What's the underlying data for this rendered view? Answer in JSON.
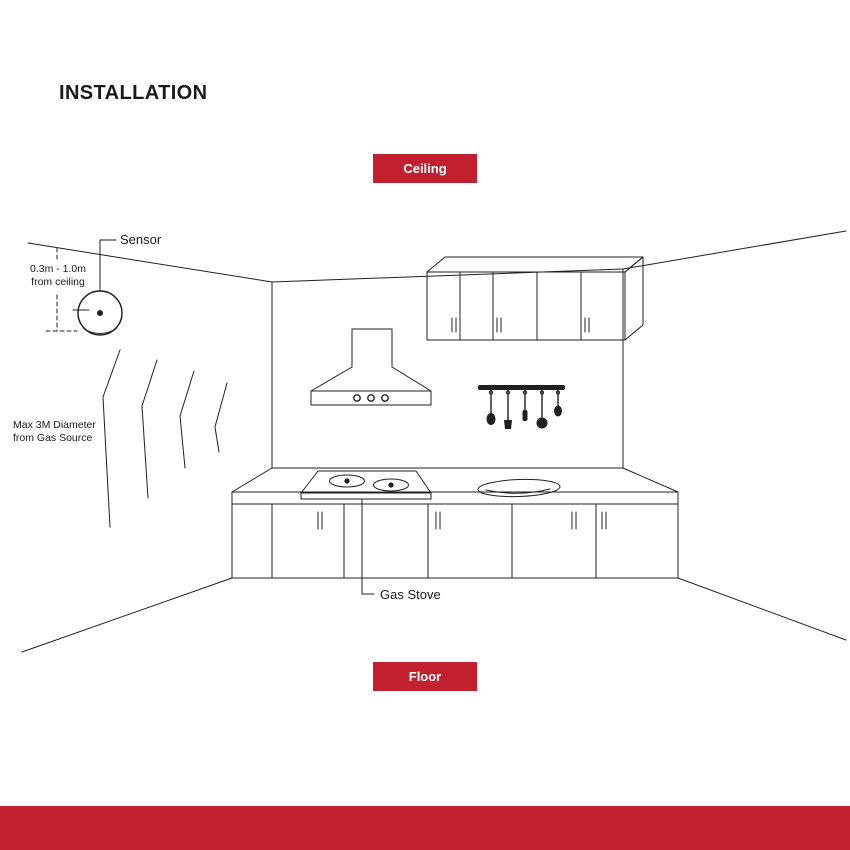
{
  "page": {
    "title": "INSTALLATION"
  },
  "badges": {
    "ceiling": "Ceiling",
    "floor": "Floor"
  },
  "annotations": {
    "sensor": "Sensor",
    "ceiling_distance": [
      "0.3m - 1.0m",
      "from ceiling"
    ],
    "gas_source": [
      "Max 3M Diameter",
      "from Gas Source"
    ],
    "gas_stove": "Gas Stove"
  },
  "colors": {
    "accent_red": "#c2202f",
    "line_color": "#231f20",
    "text_color": "#1a1a1a"
  }
}
